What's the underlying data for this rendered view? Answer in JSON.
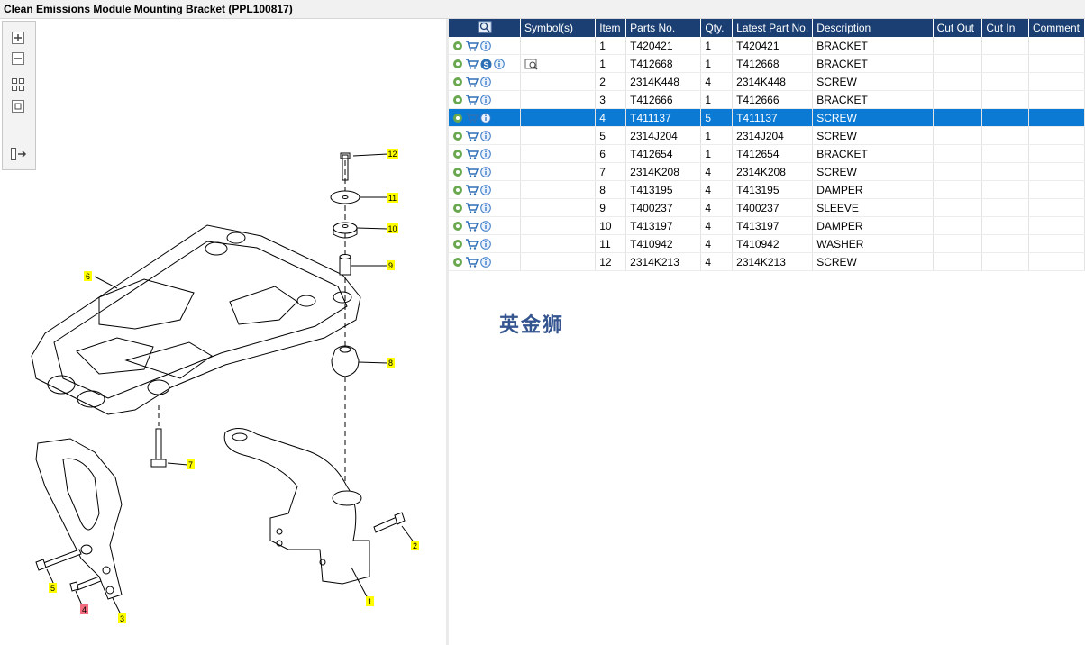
{
  "window": {
    "title": "Clean Emissions Module Mounting Bracket (PPL100817)"
  },
  "toolbar": {
    "items": [
      "zoom-in-icon",
      "zoom-out-icon",
      "fit-all-icon",
      "fit-window-icon",
      "panel-toggle-icon"
    ]
  },
  "diagram": {
    "labels": [
      {
        "id": "1",
        "highlight": false
      },
      {
        "id": "2",
        "highlight": false
      },
      {
        "id": "3",
        "highlight": false
      },
      {
        "id": "4",
        "highlight": true
      },
      {
        "id": "5",
        "highlight": false
      },
      {
        "id": "6",
        "highlight": false
      },
      {
        "id": "7",
        "highlight": false
      },
      {
        "id": "8",
        "highlight": false
      },
      {
        "id": "9",
        "highlight": false
      },
      {
        "id": "10",
        "highlight": false
      },
      {
        "id": "11",
        "highlight": false
      },
      {
        "id": "12",
        "highlight": false
      }
    ],
    "label_color": "#ffff00",
    "highlight_color": "#f26d7d"
  },
  "table": {
    "columns": [
      "Symbol(s)",
      "Item",
      "Parts No.",
      "Qty.",
      "Latest Part No.",
      "Description",
      "Cut Out",
      "Cut In",
      "Comment"
    ],
    "selected_index": 4,
    "rows": [
      {
        "item": "1",
        "part": "T420421",
        "qty": "1",
        "latest": "T420421",
        "desc": "BRACKET",
        "symbols": []
      },
      {
        "item": "1",
        "part": "T412668",
        "qty": "1",
        "latest": "T412668",
        "desc": "BRACKET",
        "symbols": [
          "notes-icon"
        ],
        "extra": "s"
      },
      {
        "item": "2",
        "part": "2314K448",
        "qty": "4",
        "latest": "2314K448",
        "desc": "SCREW",
        "symbols": []
      },
      {
        "item": "3",
        "part": "T412666",
        "qty": "1",
        "latest": "T412666",
        "desc": "BRACKET",
        "symbols": []
      },
      {
        "item": "4",
        "part": "T411137",
        "qty": "5",
        "latest": "T411137",
        "desc": "SCREW",
        "symbols": []
      },
      {
        "item": "5",
        "part": "2314J204",
        "qty": "1",
        "latest": "2314J204",
        "desc": "SCREW",
        "symbols": []
      },
      {
        "item": "6",
        "part": "T412654",
        "qty": "1",
        "latest": "T412654",
        "desc": "BRACKET",
        "symbols": []
      },
      {
        "item": "7",
        "part": "2314K208",
        "qty": "4",
        "latest": "2314K208",
        "desc": "SCREW",
        "symbols": []
      },
      {
        "item": "8",
        "part": "T413195",
        "qty": "4",
        "latest": "T413195",
        "desc": "DAMPER",
        "symbols": []
      },
      {
        "item": "9",
        "part": "T400237",
        "qty": "4",
        "latest": "T400237",
        "desc": "SLEEVE",
        "symbols": []
      },
      {
        "item": "10",
        "part": "T413197",
        "qty": "4",
        "latest": "T413197",
        "desc": "DAMPER",
        "symbols": []
      },
      {
        "item": "11",
        "part": "T410942",
        "qty": "4",
        "latest": "T410942",
        "desc": "WASHER",
        "symbols": []
      },
      {
        "item": "12",
        "part": "2314K213",
        "qty": "4",
        "latest": "2314K213",
        "desc": "SCREW",
        "symbols": []
      }
    ],
    "s_badge": "S"
  },
  "watermark": {
    "text": "英金狮"
  },
  "colors": {
    "header": "#1b3f73",
    "selected_row": "#0a7ad5",
    "gear": "#6aa84f",
    "cart": "#2f6fb5",
    "info": "#3b7ac9"
  }
}
